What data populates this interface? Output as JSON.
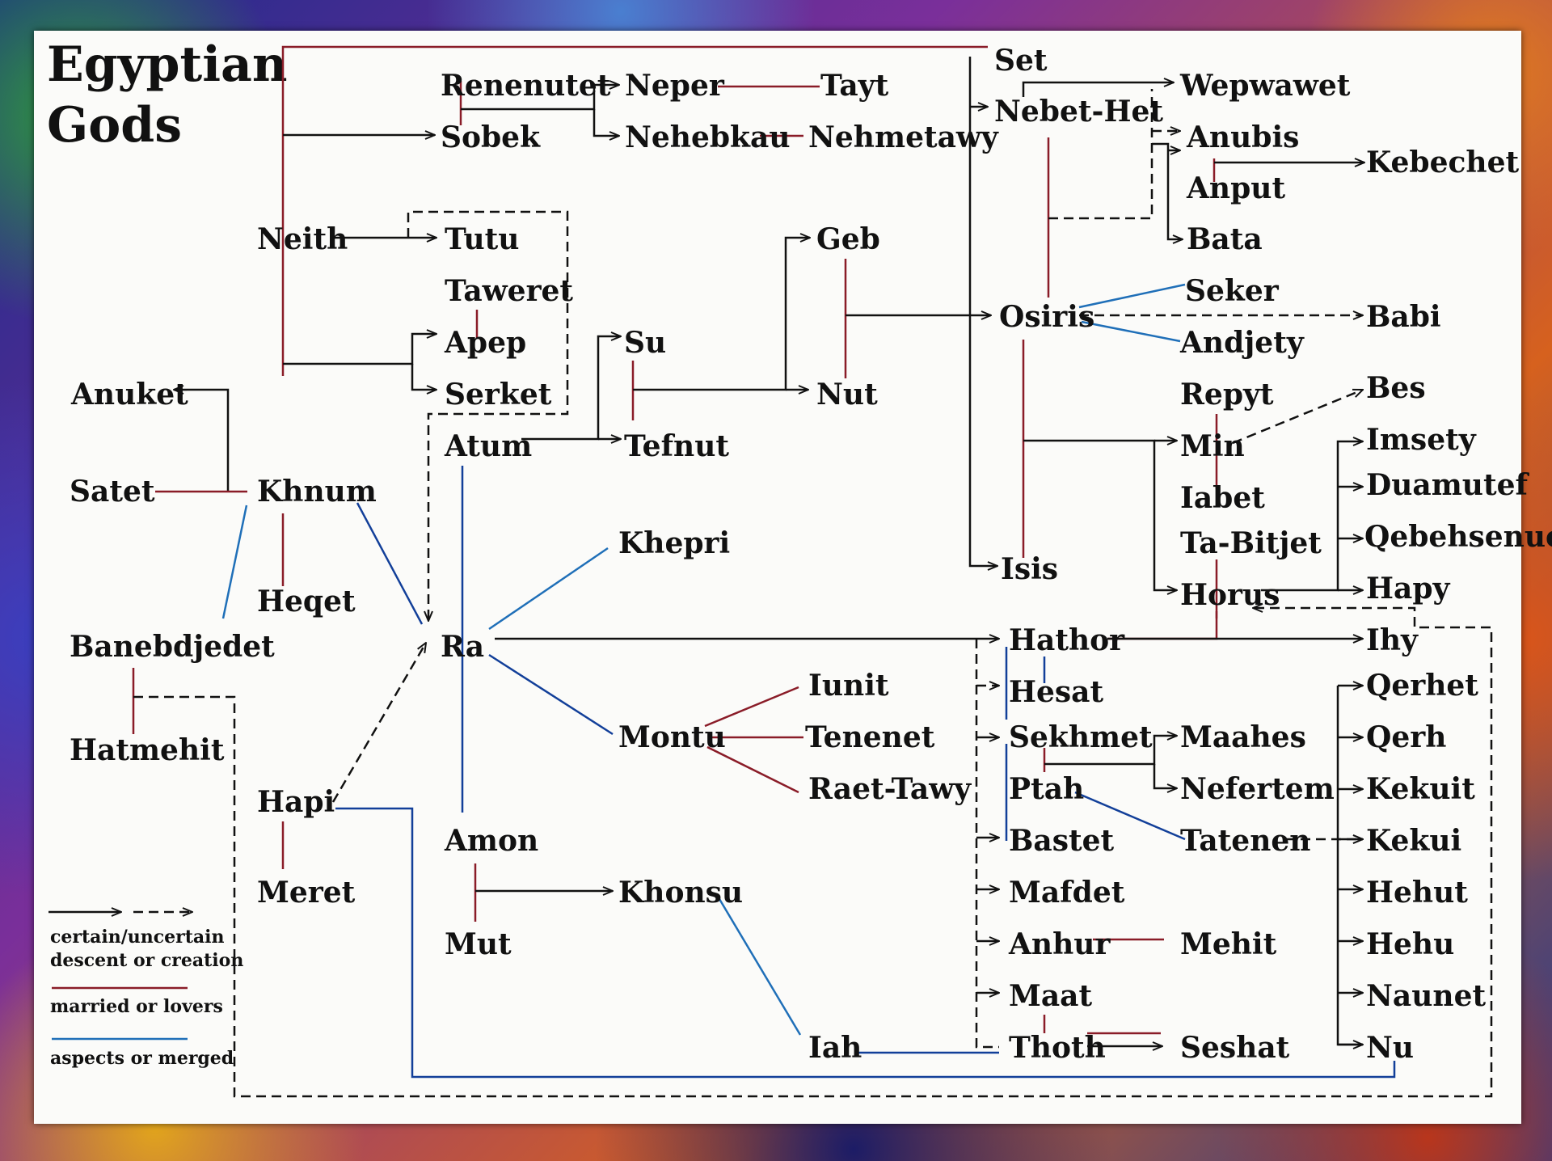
{
  "title_lines": [
    "Egyptian",
    "Gods"
  ],
  "colors": {
    "descent": "#111111",
    "married": "#8a1c28",
    "aspect": "#1f6fb8",
    "aspect_dark": "#123f99"
  },
  "legend": {
    "descent_label_1": "certain/uncertain",
    "descent_label_2": "descent or creation",
    "married_label": "married or lovers",
    "aspect_label": "aspects or merged"
  },
  "gods": [
    {
      "id": "set",
      "name": "Set"
    },
    {
      "id": "renenutet",
      "name": "Renenutet"
    },
    {
      "id": "neper",
      "name": "Neper"
    },
    {
      "id": "tayt",
      "name": "Tayt"
    },
    {
      "id": "wepwawet",
      "name": "Wepwawet"
    },
    {
      "id": "nebet-het",
      "name": "Nebet-Het"
    },
    {
      "id": "sobek",
      "name": "Sobek"
    },
    {
      "id": "nehebkau",
      "name": "Nehebkau"
    },
    {
      "id": "nehmetawy",
      "name": "Nehmetawy"
    },
    {
      "id": "anubis",
      "name": "Anubis"
    },
    {
      "id": "kebechet",
      "name": "Kebechet"
    },
    {
      "id": "anput",
      "name": "Anput"
    },
    {
      "id": "neith",
      "name": "Neith"
    },
    {
      "id": "tutu",
      "name": "Tutu"
    },
    {
      "id": "geb",
      "name": "Geb"
    },
    {
      "id": "bata",
      "name": "Bata"
    },
    {
      "id": "taweret",
      "name": "Taweret"
    },
    {
      "id": "seker",
      "name": "Seker"
    },
    {
      "id": "osiris",
      "name": "Osiris"
    },
    {
      "id": "babi",
      "name": "Babi"
    },
    {
      "id": "apep",
      "name": "Apep"
    },
    {
      "id": "su",
      "name": "Su"
    },
    {
      "id": "andjety",
      "name": "Andjety"
    },
    {
      "id": "anuket",
      "name": "Anuket"
    },
    {
      "id": "serket",
      "name": "Serket"
    },
    {
      "id": "nut",
      "name": "Nut"
    },
    {
      "id": "repyt",
      "name": "Repyt"
    },
    {
      "id": "bes",
      "name": "Bes"
    },
    {
      "id": "atum",
      "name": "Atum"
    },
    {
      "id": "tefnut",
      "name": "Tefnut"
    },
    {
      "id": "min",
      "name": "Min"
    },
    {
      "id": "imsety",
      "name": "Imsety"
    },
    {
      "id": "satet",
      "name": "Satet"
    },
    {
      "id": "khnum",
      "name": "Khnum"
    },
    {
      "id": "iabet",
      "name": "Iabet"
    },
    {
      "id": "duamutef",
      "name": "Duamutef"
    },
    {
      "id": "khepri",
      "name": "Khepri"
    },
    {
      "id": "ta-bitjet",
      "name": "Ta-Bitjet"
    },
    {
      "id": "qebehsenuef",
      "name": "Qebehsenuef"
    },
    {
      "id": "isis",
      "name": "Isis"
    },
    {
      "id": "heqet",
      "name": "Heqet"
    },
    {
      "id": "horus",
      "name": "Horus"
    },
    {
      "id": "hapy",
      "name": "Hapy"
    },
    {
      "id": "banebdjedet",
      "name": "Banebdjedet"
    },
    {
      "id": "ra",
      "name": "Ra"
    },
    {
      "id": "hathor",
      "name": "Hathor"
    },
    {
      "id": "ihy",
      "name": "Ihy"
    },
    {
      "id": "iunit",
      "name": "Iunit"
    },
    {
      "id": "hesat",
      "name": "Hesat"
    },
    {
      "id": "qerhet",
      "name": "Qerhet"
    },
    {
      "id": "montu",
      "name": "Montu"
    },
    {
      "id": "tenenet",
      "name": "Tenenet"
    },
    {
      "id": "sekhmet",
      "name": "Sekhmet"
    },
    {
      "id": "maahes",
      "name": "Maahes"
    },
    {
      "id": "qerh",
      "name": "Qerh"
    },
    {
      "id": "hatmehit",
      "name": "Hatmehit"
    },
    {
      "id": "raet-tawy",
      "name": "Raet-Tawy"
    },
    {
      "id": "ptah",
      "name": "Ptah"
    },
    {
      "id": "nefertem",
      "name": "Nefertem"
    },
    {
      "id": "kekuit",
      "name": "Kekuit"
    },
    {
      "id": "hapi",
      "name": "Hapi"
    },
    {
      "id": "amon",
      "name": "Amon"
    },
    {
      "id": "bastet",
      "name": "Bastet"
    },
    {
      "id": "tatenen",
      "name": "Tatenen"
    },
    {
      "id": "kekui",
      "name": "Kekui"
    },
    {
      "id": "meret",
      "name": "Meret"
    },
    {
      "id": "khonsu",
      "name": "Khonsu"
    },
    {
      "id": "mafdet",
      "name": "Mafdet"
    },
    {
      "id": "hehut",
      "name": "Hehut"
    },
    {
      "id": "mut",
      "name": "Mut"
    },
    {
      "id": "anhur",
      "name": "Anhur"
    },
    {
      "id": "mehit",
      "name": "Mehit"
    },
    {
      "id": "hehu",
      "name": "Hehu"
    },
    {
      "id": "maat",
      "name": "Maat"
    },
    {
      "id": "naunet",
      "name": "Naunet"
    },
    {
      "id": "iah",
      "name": "Iah"
    },
    {
      "id": "thoth",
      "name": "Thoth"
    },
    {
      "id": "seshat",
      "name": "Seshat"
    },
    {
      "id": "nu",
      "name": "Nu"
    }
  ]
}
